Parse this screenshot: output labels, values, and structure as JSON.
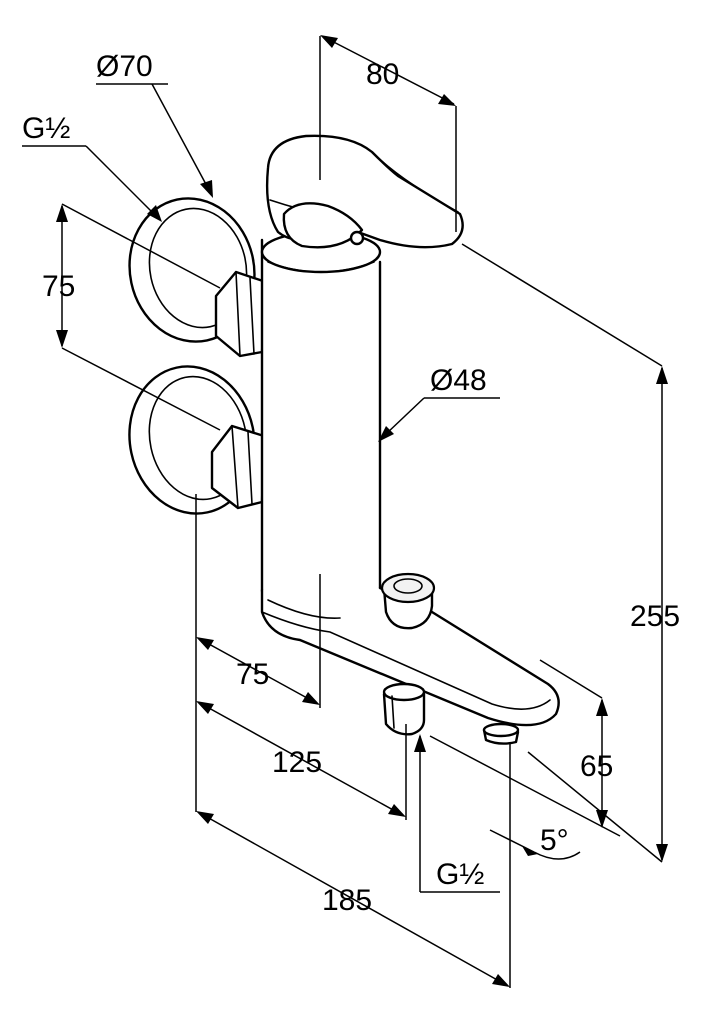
{
  "dimensions": {
    "dia_70": "Ø70",
    "g_half_top": "G½",
    "width_80": "80",
    "height_75": "75",
    "dia_48": "Ø48",
    "height_255": "255",
    "offset_75": "75",
    "offset_125": "125",
    "height_65": "65",
    "angle_5": "5°",
    "g_half_bottom": "G½",
    "width_185": "185"
  },
  "colors": {
    "line": "#000000",
    "background": "#ffffff",
    "shade": "#f2f2f2"
  }
}
